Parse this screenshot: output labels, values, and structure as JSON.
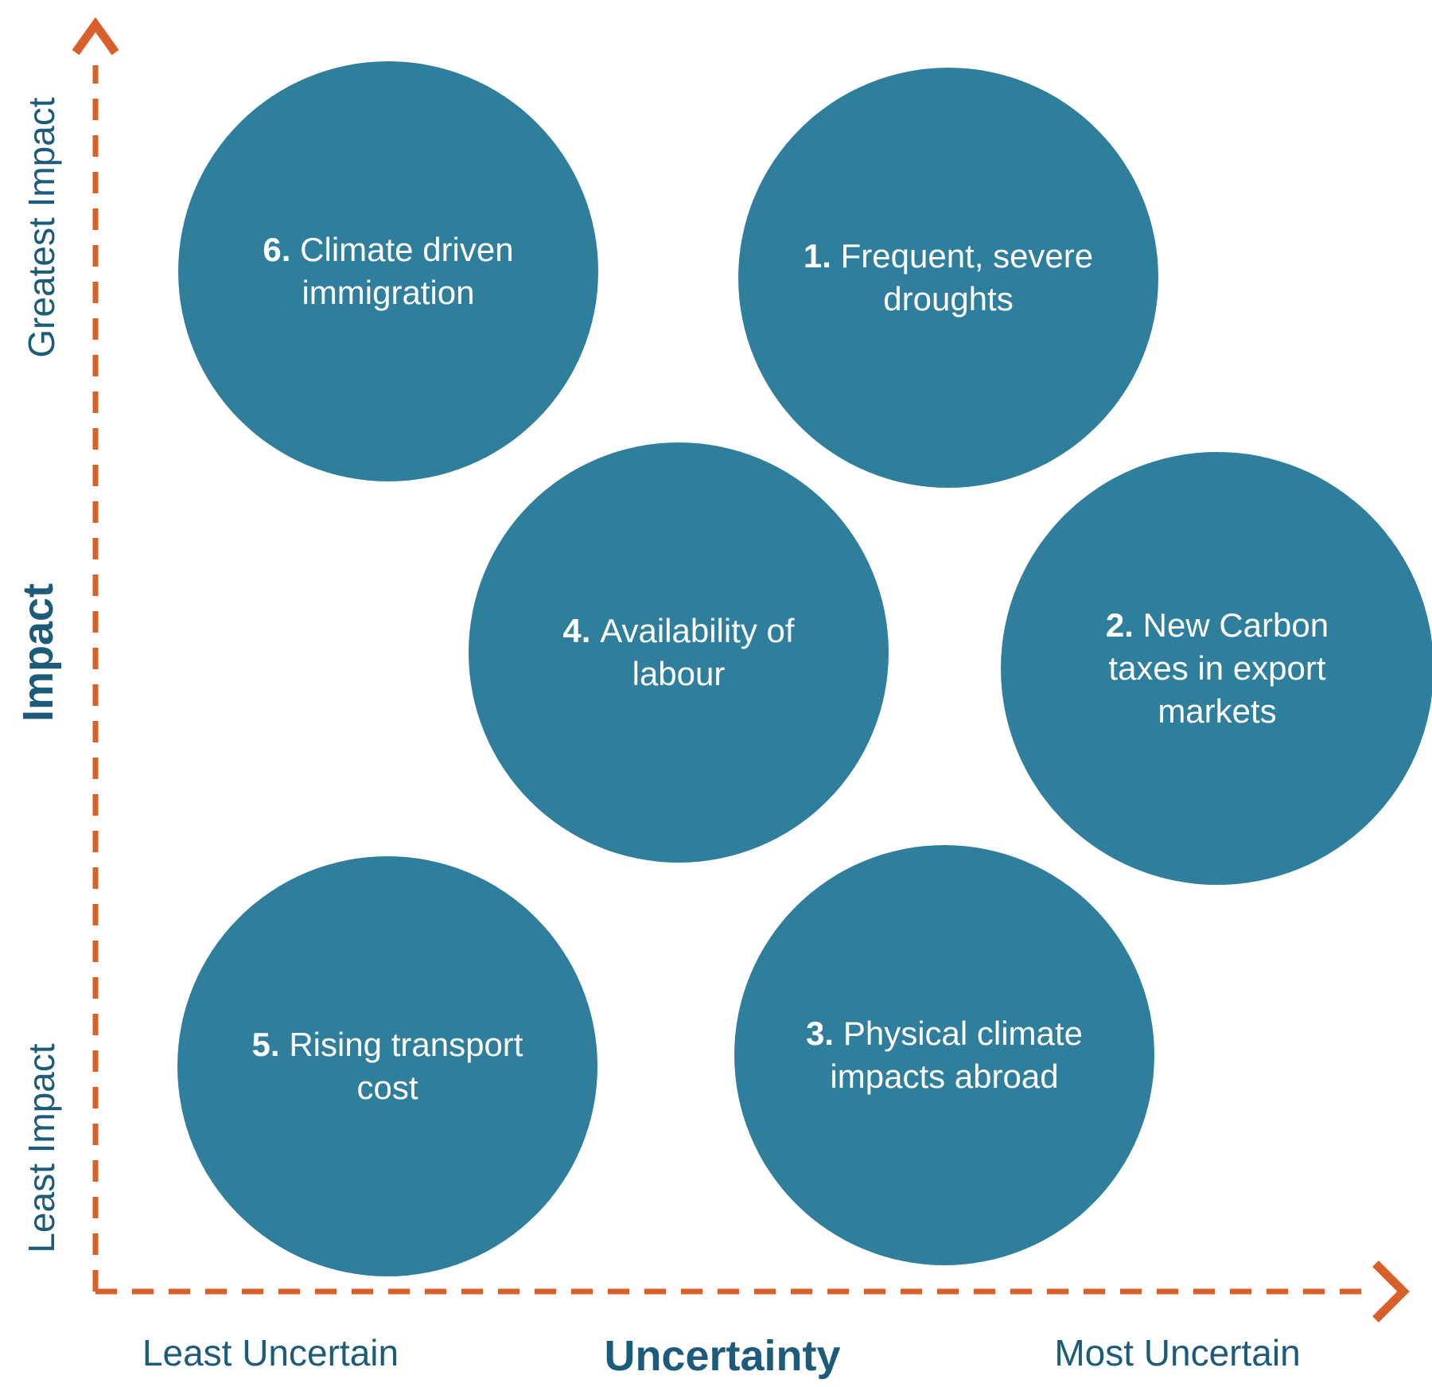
{
  "chart_data": {
    "type": "scatter",
    "title": "",
    "x_axis": {
      "title": "Uncertainty",
      "left_label": "Least Uncertain",
      "right_label": "Most Uncertain",
      "range": [
        0,
        1
      ]
    },
    "y_axis": {
      "title": "Impact",
      "bottom_label": "Least Impact",
      "top_label": "Greatest Impact",
      "range": [
        0,
        1
      ]
    },
    "grid": false,
    "legend": false,
    "marker_style": "large filled circle, radius ~264px",
    "points": [
      {
        "id": "1",
        "label": "Frequent, severe droughts",
        "uncertainty": 0.65,
        "impact": 0.8
      },
      {
        "id": "2",
        "label": "New Carbon taxes in export markets",
        "uncertainty": 0.86,
        "impact": 0.49
      },
      {
        "id": "3",
        "label": "Physical climate impacts abroad",
        "uncertainty": 0.65,
        "impact": 0.19
      },
      {
        "id": "4",
        "label": "Availability of labour",
        "uncertainty": 0.45,
        "impact": 0.5
      },
      {
        "id": "5",
        "label": "Rising transport cost",
        "uncertainty": 0.22,
        "impact": 0.18
      },
      {
        "id": "6",
        "label": "Climate driven immigration",
        "uncertainty": 0.22,
        "impact": 0.8
      }
    ]
  },
  "bubbles": [
    {
      "num": "6.",
      "lines": [
        "Climate driven",
        "immigration"
      ]
    },
    {
      "num": "1.",
      "lines": [
        "Frequent, severe",
        "droughts"
      ]
    },
    {
      "num": "4.",
      "lines": [
        "Availability of",
        "labour"
      ]
    },
    {
      "num": "2.",
      "lines": [
        "New Carbon",
        "taxes in export",
        "markets"
      ]
    },
    {
      "num": "5.",
      "lines": [
        "Rising transport",
        "cost"
      ]
    },
    {
      "num": "3.",
      "lines": [
        "Physical climate",
        "impacts abroad"
      ]
    }
  ],
  "labels": {
    "y_top": "Greatest Impact",
    "y_mid": "Impact",
    "y_bottom": "Least Impact",
    "x_left": "Least Uncertain",
    "x_mid": "Uncertainty",
    "x_right": "Most Uncertain"
  },
  "colors": {
    "bubble": "#2F7E9B",
    "axis": "#D9602B",
    "label": "#1D5B7B",
    "bubble_text": "#FFFFFF",
    "background": "#FFFFFF"
  }
}
